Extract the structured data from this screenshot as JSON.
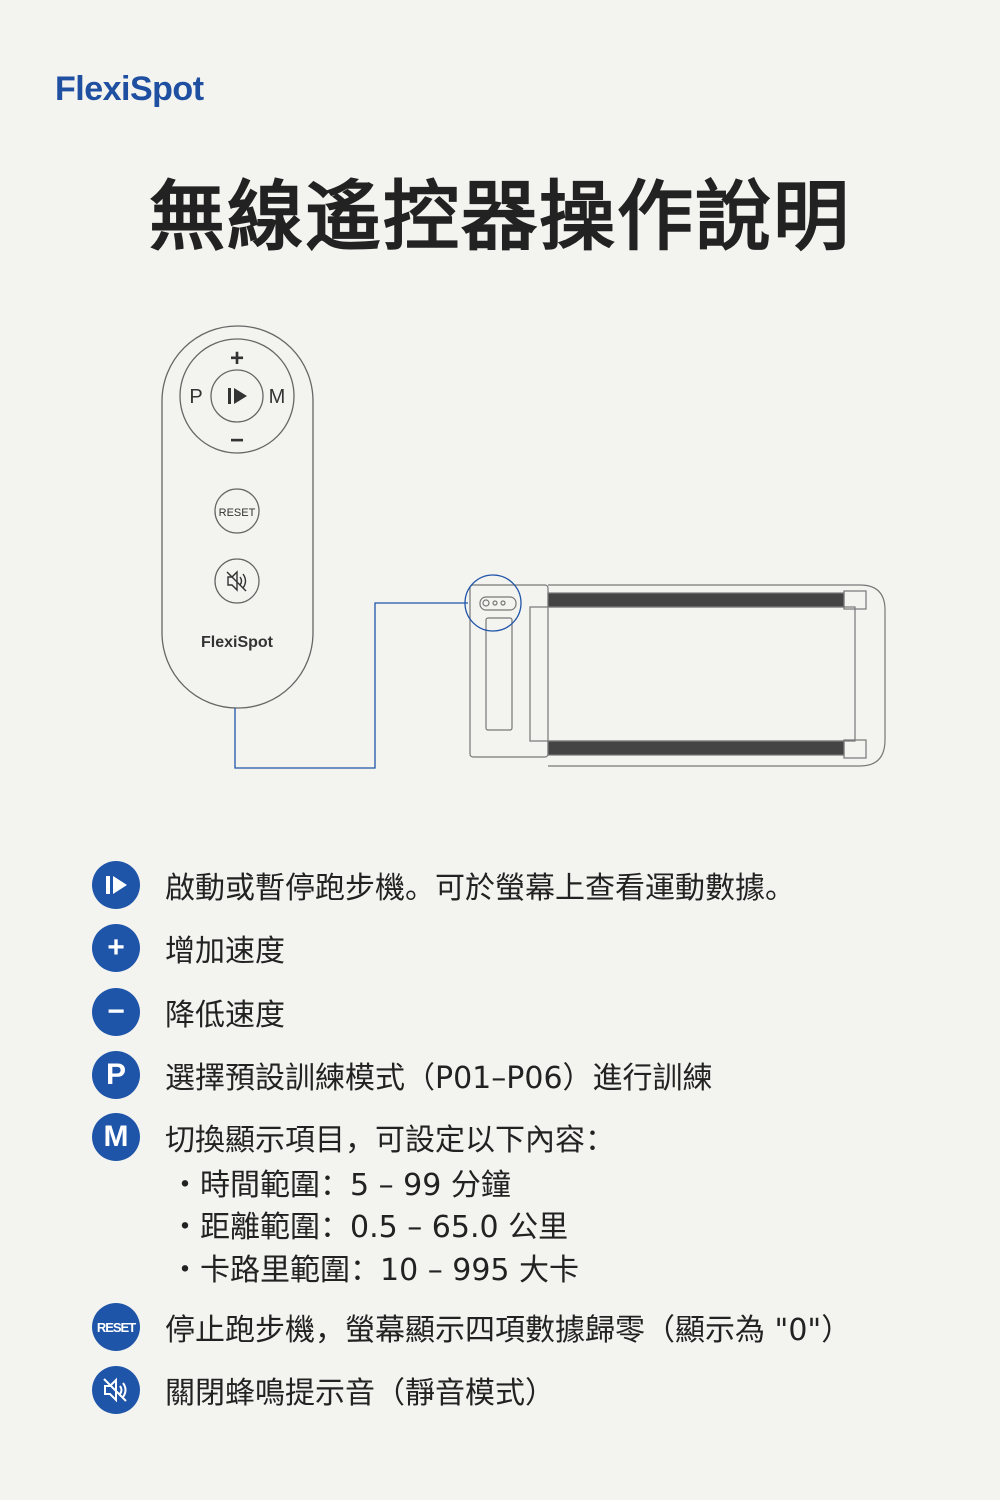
{
  "brand": "FlexiSpot",
  "title": "無線遙控器操作說明",
  "remote": {
    "plus": "+",
    "minus": "−",
    "p": "P",
    "m": "M",
    "reset": "RESET",
    "brand": "FlexiSpot"
  },
  "items": [
    {
      "icon": "play-pause-icon",
      "label": "啟動或暫停跑步機。可於螢幕上查看運動數據。"
    },
    {
      "icon": "plus-icon",
      "glyph": "+",
      "label": "增加速度"
    },
    {
      "icon": "minus-icon",
      "glyph": "−",
      "label": "降低速度"
    },
    {
      "icon": "p-icon",
      "glyph": "P",
      "label": "選擇預設訓練模式（P01–P06）進行訓練"
    },
    {
      "icon": "m-icon",
      "glyph": "M",
      "label": "切換顯示項目，可設定以下內容："
    },
    {
      "icon": "reset-icon",
      "glyph": "RESET",
      "label": "停止跑步機，螢幕顯示四項數據歸零（顯示為 \"0\"）"
    },
    {
      "icon": "mute-icon",
      "label": "關閉蜂鳴提示音（靜音模式）"
    }
  ],
  "sub_items": [
    "・時間範圍：5 – 99 分鐘",
    "・距離範圍：0.5 – 65.0 公里",
    "・卡路里範圍：10 – 995 大卡"
  ]
}
